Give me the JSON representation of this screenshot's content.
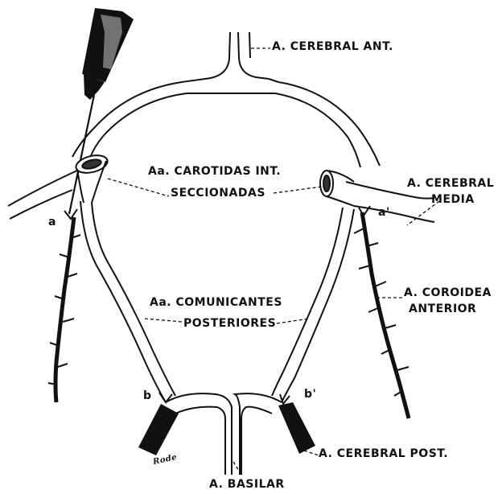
{
  "figure": {
    "labels": {
      "cerebral_ant": "A. CEREBRAL ANT.",
      "carotidas_line1": "Aa. CAROTIDAS INT.",
      "carotidas_line2": "SECCIONADAS",
      "cerebral_media_line1": "A. CEREBRAL",
      "cerebral_media_line2": "MEDIA",
      "coroidea_line1": "A. COROIDEA",
      "coroidea_line2": "ANTERIOR",
      "comunicantes_line1": "Aa. COMUNICANTES",
      "comunicantes_line2": "POSTERIORES",
      "cerebral_post": "A. CEREBRAL POST.",
      "basilar": "A. BASILAR",
      "point_a": "a",
      "point_a_prime": "a'",
      "point_b": "b",
      "point_b_prime": "b'",
      "signature": "Rode"
    },
    "colors": {
      "ink": "#111111",
      "paper": "#ffffff",
      "shade": "#777777"
    }
  }
}
